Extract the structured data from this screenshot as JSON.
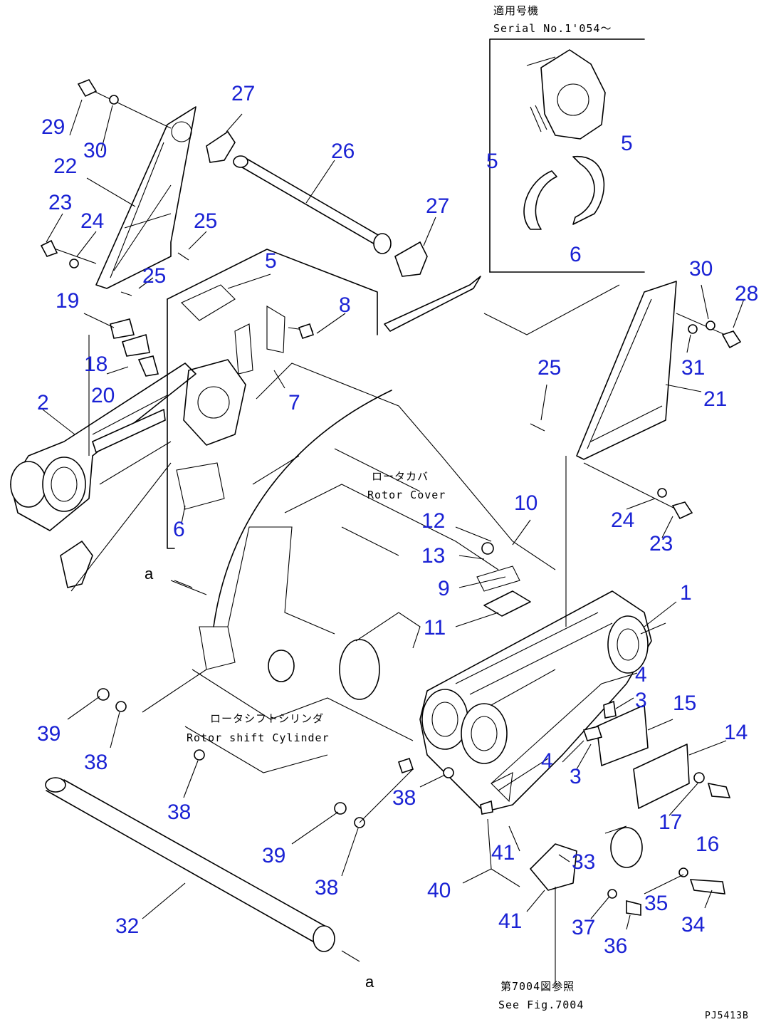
{
  "serial_note": {
    "japanese": "適用号機",
    "english": "Serial No.1'054～"
  },
  "labels": {
    "rotor_cover_jp": "ロータカバ",
    "rotor_cover_en": "Rotor Cover",
    "rotor_shift_jp": "ロータシフトシリンダ",
    "rotor_shift_en": "Rotor shift Cylinder",
    "see_fig_jp": "第7004図参照",
    "see_fig_en": "See Fig.7004",
    "drawing_code": "PJ5413B",
    "mark_a_top": "a",
    "mark_a_bottom": "a"
  },
  "callouts": {
    "c1": "1",
    "c2": "2",
    "c3a": "3",
    "c3b": "3",
    "c4a": "4",
    "c4b": "4",
    "c5a": "5",
    "c5b": "5",
    "c5c": "5",
    "c6a": "6",
    "c6b": "6",
    "c7": "7",
    "c8": "8",
    "c9": "9",
    "c10": "10",
    "c11": "11",
    "c12": "12",
    "c13": "13",
    "c14": "14",
    "c15": "15",
    "c16": "16",
    "c17": "17",
    "c18": "18",
    "c19": "19",
    "c20": "20",
    "c21": "21",
    "c22": "22",
    "c23a": "23",
    "c23b": "23",
    "c24a": "24",
    "c24b": "24",
    "c25a": "25",
    "c25b": "25",
    "c25c": "25",
    "c26": "26",
    "c27a": "27",
    "c27b": "27",
    "c28": "28",
    "c29": "29",
    "c30a": "30",
    "c30b": "30",
    "c31": "31",
    "c32": "32",
    "c33": "33",
    "c34": "34",
    "c35": "35",
    "c36": "36",
    "c37": "37",
    "c38a": "38",
    "c38b": "38",
    "c38c": "38",
    "c38d": "38",
    "c39a": "39",
    "c39b": "39",
    "c40": "40",
    "c41a": "41",
    "c41b": "41"
  }
}
